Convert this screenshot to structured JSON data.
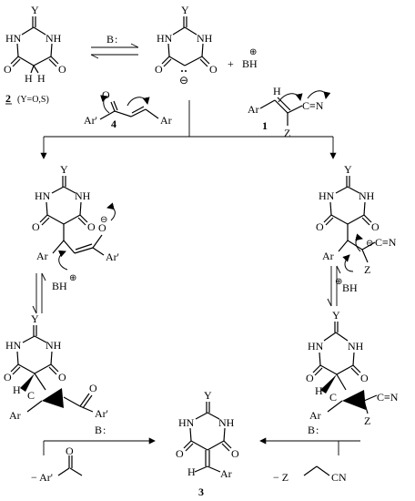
{
  "labels": {
    "Y": "Y",
    "HN": "HN",
    "NH": "NH",
    "O": "O",
    "H": "H",
    "Ar": "Ar",
    "Ar_prime": "Ar'",
    "Z": "Z",
    "CN": "C≡N",
    "CN_plain": "CN",
    "BH": "BH",
    "B": "B",
    "lone_pair": ":",
    "plus": "+",
    "plus_circle": "⊕",
    "minus_circle": "⊖",
    "minus": "−",
    "C": "C"
  },
  "compounds": {
    "barbituric": {
      "number": "2",
      "note": "(Y=O,S)"
    },
    "enone": {
      "number": "4"
    },
    "nitrile": {
      "number": "1"
    },
    "product": {
      "number": "3"
    }
  },
  "byproducts": {
    "left_prefix": "− Ar'",
    "right_prefix": "− Z",
    "right_suffix": "CN"
  }
}
